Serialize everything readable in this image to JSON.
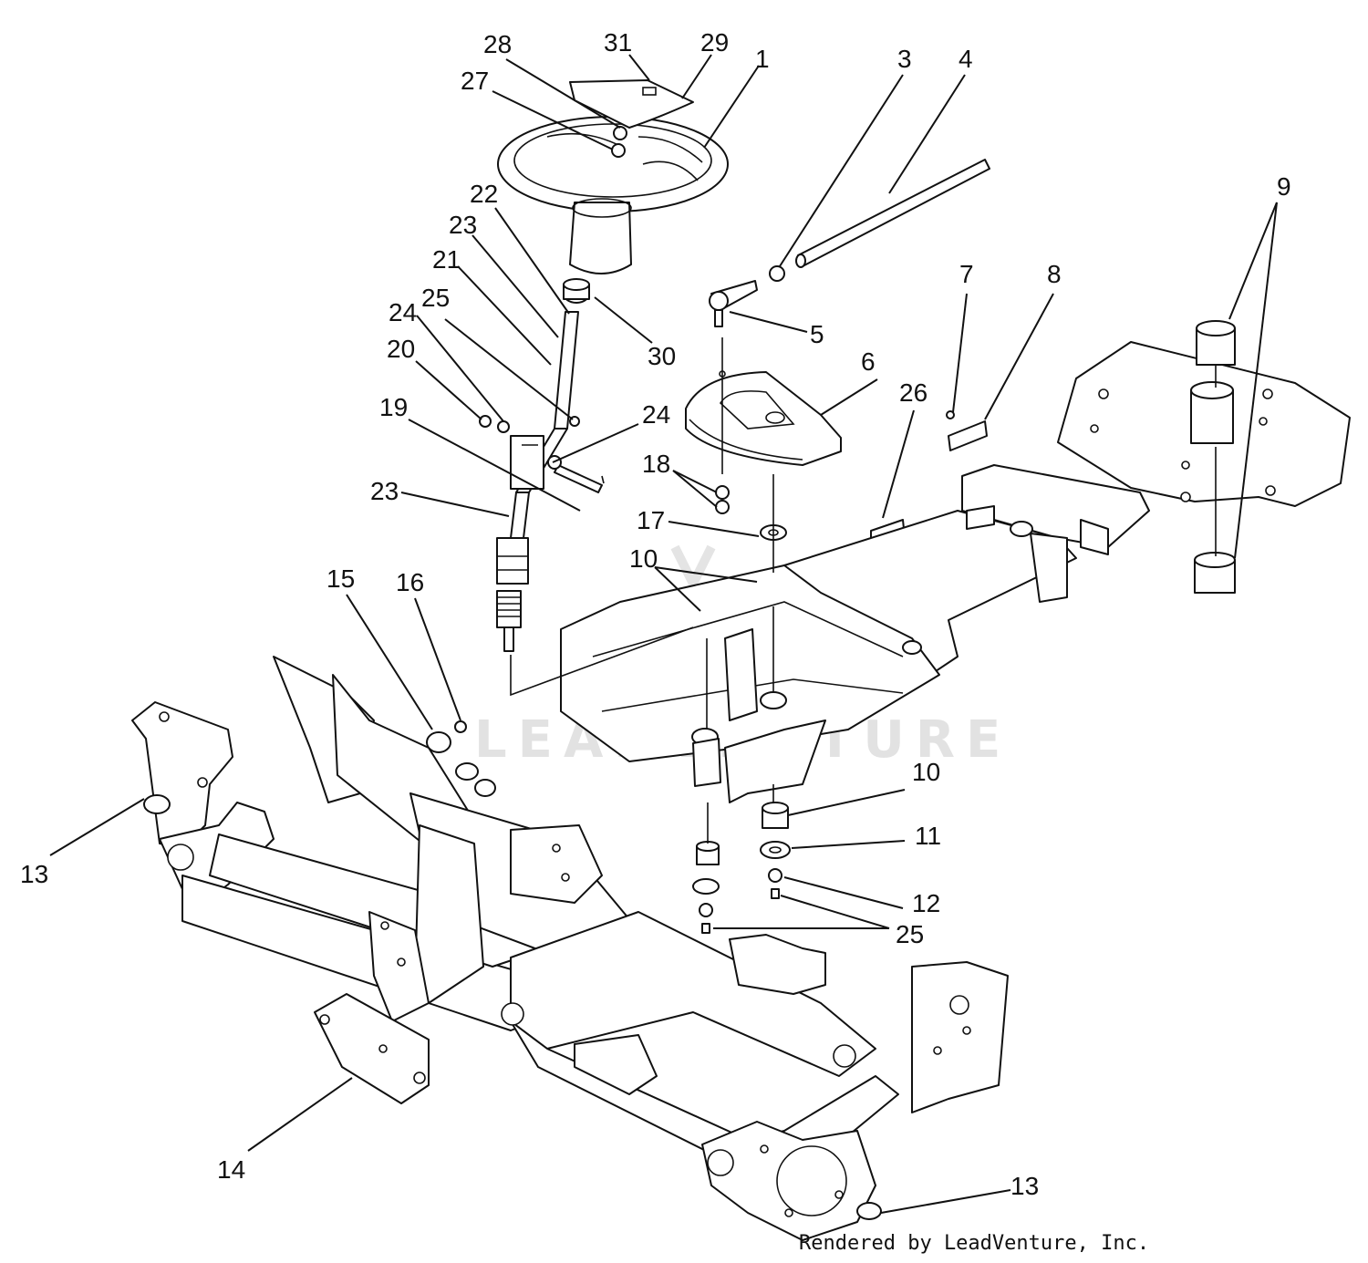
{
  "watermark": "LEADVENTURE",
  "credit": "Rendered by LeadVenture, Inc.",
  "callouts": [
    {
      "id": "c28",
      "text": "28"
    },
    {
      "id": "c31",
      "text": "31"
    },
    {
      "id": "c29",
      "text": "29"
    },
    {
      "id": "c1",
      "text": "1"
    },
    {
      "id": "c3",
      "text": "3"
    },
    {
      "id": "c4",
      "text": "4"
    },
    {
      "id": "c27",
      "text": "27"
    },
    {
      "id": "c22",
      "text": "22"
    },
    {
      "id": "c23a",
      "text": "23"
    },
    {
      "id": "c21",
      "text": "21"
    },
    {
      "id": "c24a",
      "text": "24"
    },
    {
      "id": "c25a",
      "text": "25"
    },
    {
      "id": "c20",
      "text": "20"
    },
    {
      "id": "c30",
      "text": "30"
    },
    {
      "id": "c5",
      "text": "5"
    },
    {
      "id": "c9",
      "text": "9"
    },
    {
      "id": "c7",
      "text": "7"
    },
    {
      "id": "c8",
      "text": "8"
    },
    {
      "id": "c6",
      "text": "6"
    },
    {
      "id": "c26",
      "text": "26"
    },
    {
      "id": "c19",
      "text": "19"
    },
    {
      "id": "c24b",
      "text": "24"
    },
    {
      "id": "c18",
      "text": "18"
    },
    {
      "id": "c23b",
      "text": "23"
    },
    {
      "id": "c17",
      "text": "17"
    },
    {
      "id": "c10a",
      "text": "10"
    },
    {
      "id": "c15",
      "text": "15"
    },
    {
      "id": "c16",
      "text": "16"
    },
    {
      "id": "c10b",
      "text": "10"
    },
    {
      "id": "c11",
      "text": "11"
    },
    {
      "id": "c13a",
      "text": "13"
    },
    {
      "id": "c12",
      "text": "12"
    },
    {
      "id": "c25b",
      "text": "25"
    },
    {
      "id": "c14",
      "text": "14"
    },
    {
      "id": "c13b",
      "text": "13"
    }
  ]
}
